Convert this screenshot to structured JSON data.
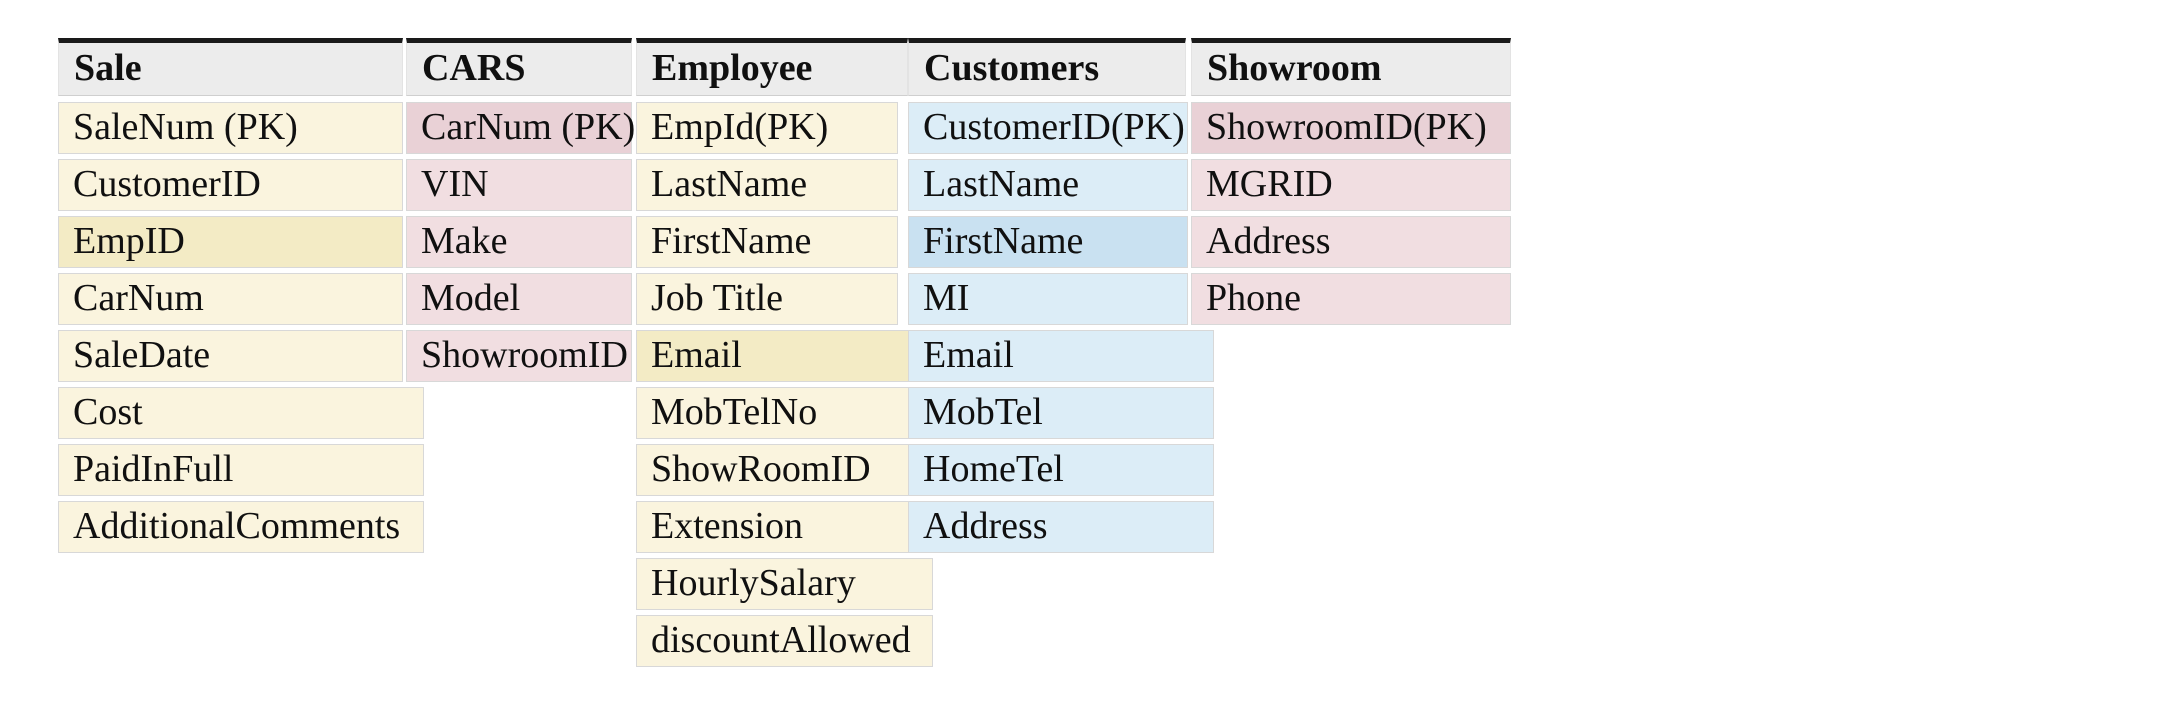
{
  "colors": {
    "page_bg": "#ffffff",
    "header_bg": "#ececec",
    "top_border": "#1a1a1a",
    "cell_border": "#d8d8d8",
    "text": "#101010",
    "yellow_base": "#faf4de",
    "yellow_highlight": "#f3ebc5",
    "pink_base": "#f1dee1",
    "pink_highlight": "#e9d1d6",
    "blue_base": "#dcedf7",
    "blue_highlight": "#c9e1f1"
  },
  "tables": [
    {
      "id": "sale",
      "title": "Sale",
      "theme": "yellow",
      "rows": [
        {
          "label": "SaleNum (PK)",
          "highlight": false
        },
        {
          "label": "CustomerID",
          "highlight": false
        },
        {
          "label": "EmpID",
          "highlight": true
        },
        {
          "label": "CarNum",
          "highlight": false
        },
        {
          "label": "SaleDate",
          "highlight": false
        },
        {
          "label": "Cost",
          "highlight": false
        },
        {
          "label": "PaidInFull",
          "highlight": false
        },
        {
          "label": "AdditionalComments",
          "highlight": false
        }
      ]
    },
    {
      "id": "cars",
      "title": "CARS",
      "theme": "pink",
      "rows": [
        {
          "label": "CarNum (PK)",
          "highlight": true
        },
        {
          "label": "VIN",
          "highlight": false
        },
        {
          "label": "Make",
          "highlight": false
        },
        {
          "label": "Model",
          "highlight": false
        },
        {
          "label": "ShowroomID",
          "highlight": false
        }
      ]
    },
    {
      "id": "employee",
      "title": "Employee",
      "theme": "yellow",
      "rows": [
        {
          "label": "EmpId(PK)",
          "highlight": false
        },
        {
          "label": "LastName",
          "highlight": false
        },
        {
          "label": "FirstName",
          "highlight": false
        },
        {
          "label": "Job Title",
          "highlight": false
        },
        {
          "label": "Email",
          "highlight": true
        },
        {
          "label": "MobTelNo",
          "highlight": false
        },
        {
          "label": "ShowRoomID",
          "highlight": false
        },
        {
          "label": "Extension",
          "highlight": false
        },
        {
          "label": "HourlySalary",
          "highlight": false
        },
        {
          "label": "discountAllowed",
          "highlight": false
        }
      ]
    },
    {
      "id": "customers",
      "title": "Customers",
      "theme": "blue",
      "rows": [
        {
          "label": "CustomerID(PK)",
          "highlight": false
        },
        {
          "label": "LastName",
          "highlight": false
        },
        {
          "label": "FirstName",
          "highlight": true
        },
        {
          "label": "MI",
          "highlight": false
        },
        {
          "label": "Email",
          "highlight": false
        },
        {
          "label": "MobTel",
          "highlight": false
        },
        {
          "label": "HomeTel",
          "highlight": false
        },
        {
          "label": "Address",
          "highlight": false
        }
      ]
    },
    {
      "id": "showroom",
      "title": "Showroom",
      "theme": "pink",
      "rows": [
        {
          "label": "ShowroomID(PK)",
          "highlight": true
        },
        {
          "label": "MGRID",
          "highlight": false
        },
        {
          "label": "Address",
          "highlight": false
        },
        {
          "label": "Phone",
          "highlight": false
        }
      ]
    }
  ]
}
